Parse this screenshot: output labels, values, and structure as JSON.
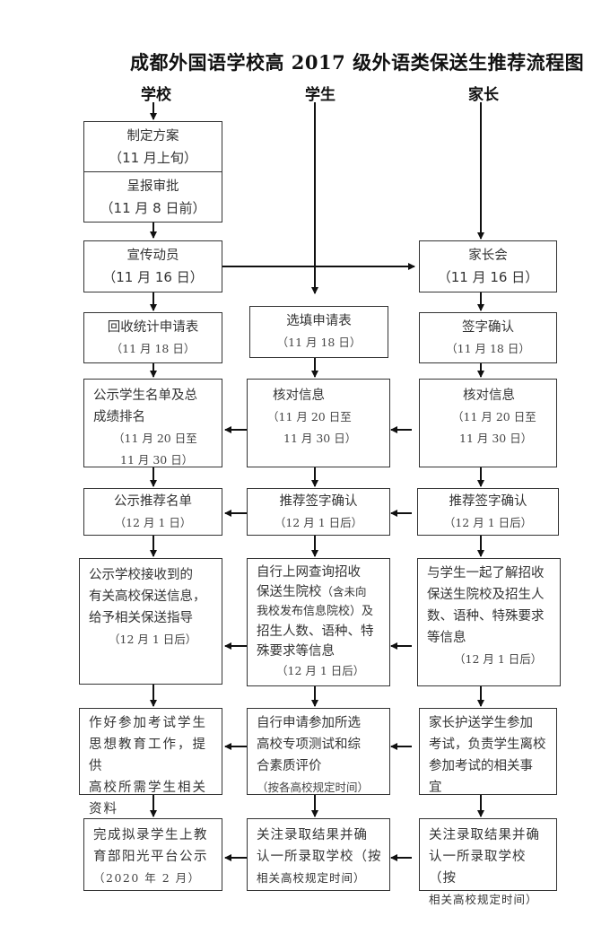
{
  "title": "成都外国语学校高 2017 级外语类保送生推荐流程图",
  "lanes": {
    "school": "学校",
    "student": "学生",
    "parent": "家长"
  },
  "school": {
    "s1": {
      "label": "制定方案",
      "date": "（11 月上旬）"
    },
    "s2": {
      "label": "呈报审批",
      "date": "（11 月 8 日前）"
    },
    "s3": {
      "label": "宣传动员",
      "date": "（11 月 16 日）"
    },
    "s4": {
      "label": "回收统计申请表",
      "date": "（11 月 18 日）"
    },
    "s5": {
      "lines": [
        "公示学生名单及总",
        "成绩排名"
      ],
      "date1": "（11 月 20 日至",
      "date2": "11 月 30 日）"
    },
    "s6": {
      "label": "公示推荐名单",
      "date": "（12 月 1 日）"
    },
    "s7": {
      "lines": [
        "公示学校接收到的",
        "有关高校保送信息，",
        "给予相关保送指导"
      ],
      "date": "（12 月 1 日后）"
    },
    "s8": {
      "lines": [
        "作好参加考试学生",
        "思想教育工作，提供",
        "高校所需学生相关",
        "资料"
      ]
    },
    "s9": {
      "lines": [
        "完成拟录学生上教",
        "育部阳光平台公示"
      ],
      "date": "（2020 年 2 月）"
    }
  },
  "student": {
    "t1": {
      "label": "选填申请表",
      "date": "（11 月 18 日）"
    },
    "t2": {
      "label": "核对信息",
      "date1": "（11 月 20 日至",
      "date2": "11 月 30 日）"
    },
    "t3": {
      "label": "推荐签字确认",
      "date": "（12 月 1 日后）"
    },
    "t4": {
      "lines": [
        "自行上网查询招收",
        "保送生院校",
        "（含未向",
        "我校发布信息院校）及",
        "招生人数、语种、特",
        "殊要求等信息"
      ],
      "date": "（12 月 1 日后）"
    },
    "t5": {
      "lines": [
        "自行申请参加所选",
        "高校专项测试和综",
        "合素质评价"
      ],
      "date": "（按各高校规定时间）"
    },
    "t6": {
      "lines": [
        "关注录取结果并确",
        "认一所录取学校（按",
        "相关高校规定时间）"
      ]
    }
  },
  "parent": {
    "p1": {
      "label": "家长会",
      "date": "（11 月 16 日）"
    },
    "p2": {
      "label": "签字确认",
      "date": "（11 月 18 日）"
    },
    "p3": {
      "label": "核对信息",
      "date1": "（11 月 20 日至",
      "date2": "11 月 30 日）"
    },
    "p4": {
      "label": "推荐签字确认",
      "date": "（12 月 1 日后）"
    },
    "p5": {
      "lines": [
        "与学生一起了解招收",
        "保送生院校及招生人",
        "数、语种、特殊要求",
        "等信息"
      ],
      "date": "（12 月 1 日后）"
    },
    "p6": {
      "lines": [
        "家长护送学生参加",
        "考试，负责学生离校",
        "参加考试的相关事",
        "宜"
      ]
    },
    "p7": {
      "lines": [
        "关注录取结果并确",
        "认一所录取学校（按",
        "相关高校规定时间）"
      ]
    }
  }
}
